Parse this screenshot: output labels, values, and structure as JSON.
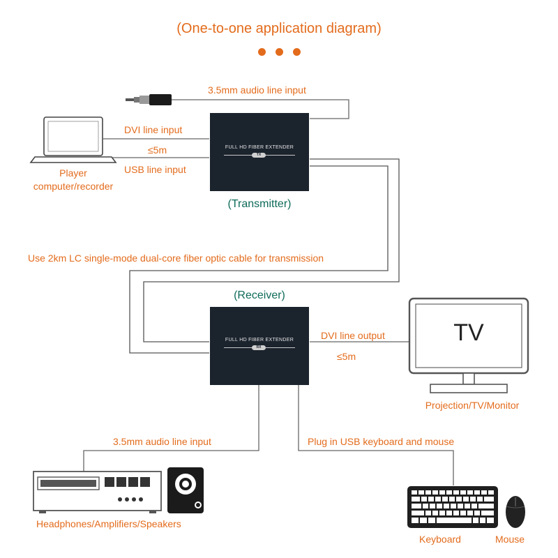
{
  "title": "(One-to-one application diagram)",
  "colors": {
    "accent": "#e36b1c",
    "caption": "#0e6b5a",
    "device": "#1b232d"
  },
  "transmitter": {
    "box_text": "FULL HD FIBER EXTENDER",
    "tag": "TX",
    "caption": "(Transmitter)",
    "audio_input_label": "3.5mm audio line input",
    "dvi_input_label": "DVI line input",
    "distance_label": "≤5m",
    "usb_input_label": "USB line input"
  },
  "source": {
    "label_line1": "Player",
    "label_line2": "computer/recorder"
  },
  "fiber_label": "Use 2km LC single-mode dual-core fiber optic cable for transmission",
  "receiver": {
    "box_text": "FULL HD FIBER EXTENDER",
    "tag": "RX",
    "caption": "(Receiver)",
    "dvi_output_label": "DVI line output",
    "distance_label": "≤5m",
    "audio_output_label": "3.5mm audio line input",
    "usb_label": "Plug in USB keyboard and mouse"
  },
  "display": {
    "screen_text": "TV",
    "label": "Projection/TV/Monitor"
  },
  "audio_devices": {
    "label": "Headphones/Amplifiers/Speakers"
  },
  "keyboard": {
    "label": "Keyboard"
  },
  "mouse": {
    "label": "Mouse"
  }
}
